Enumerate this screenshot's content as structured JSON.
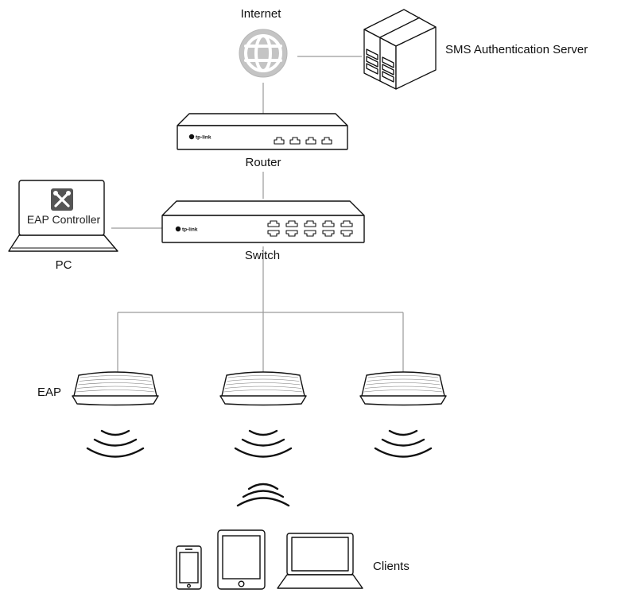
{
  "labels": {
    "internet": "Internet",
    "sms_server": "SMS Authentication Server",
    "router": "Router",
    "switch": "Switch",
    "pc": "PC",
    "pc_screen": "EAP Controller",
    "eap": "EAP",
    "clients": "Clients"
  },
  "brand": "tp-link",
  "colors": {
    "line": "#9a9a9a",
    "device_stroke": "#111111",
    "globe": "#c4c4c4",
    "device_fill": "#ffffff"
  }
}
